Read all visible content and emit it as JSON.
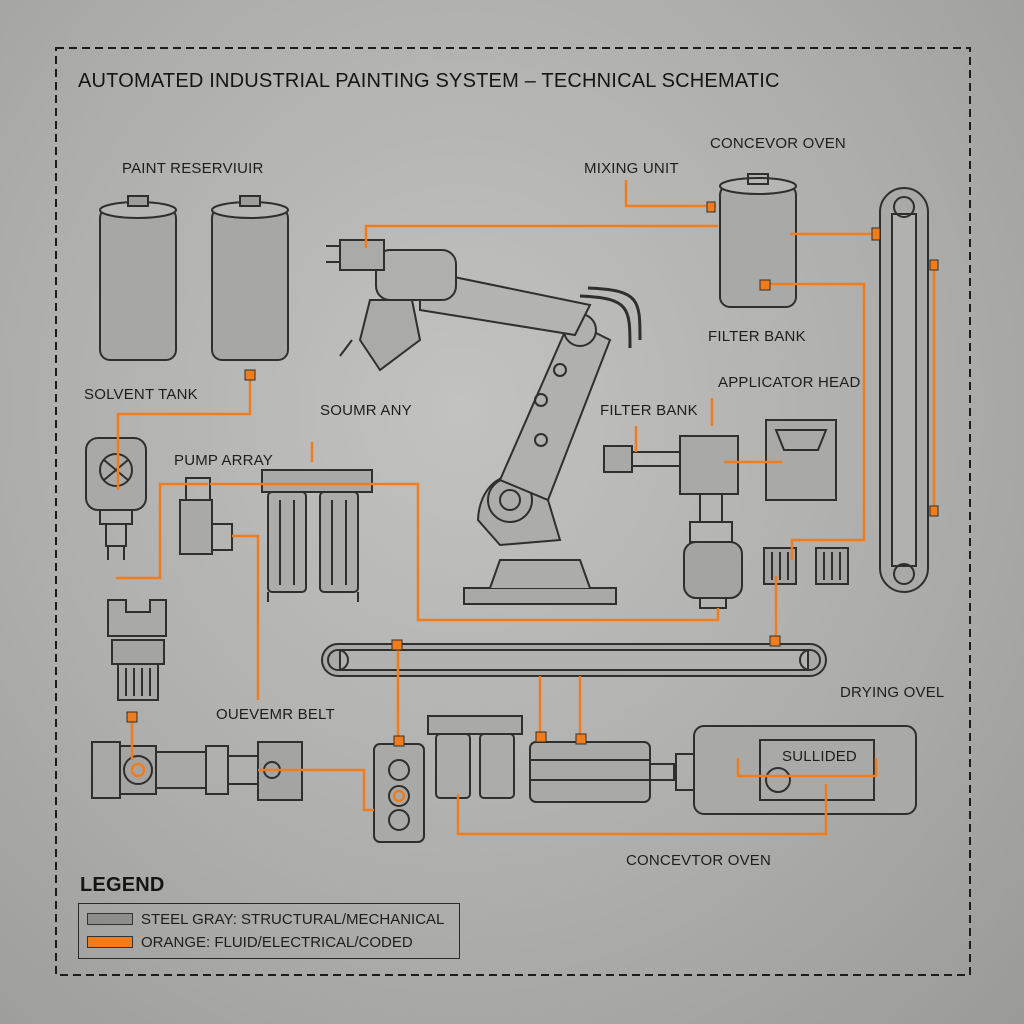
{
  "title": "AUTOMATED INDUSTRIAL PAINTING SYSTEM – TECHNICAL SCHEMATIC",
  "labels": {
    "conveyor_oven_top": "CONCEVOR OVEN",
    "paint_reservoir": "PAINT RESERVIUIR",
    "mixing_unit": "MIXING UNIT",
    "filter_bank_right": "FILTER BANK",
    "solvent_tank": "SOLVENT TANK",
    "solmr_any": "SOUMR ANY",
    "applicator_head": "APPLICATOR HEAD",
    "filter_bank_mid": "FILTER BANK",
    "pump_array": "PUMP ARRAY",
    "drying_ovel": "DRYING OVEL",
    "ouevemr_belt": "OUEVEMR BELT",
    "sullided": "SULLIDED",
    "conveyor_oven_bottom": "CONCEVTOR OVEN"
  },
  "legend": {
    "title": "LEGEND",
    "items": [
      {
        "label": "STEEL GRAY: STRUCTURAL/MECHANICAL",
        "color": "#8d8d8b"
      },
      {
        "label": "ORANGE: FLUID/ELECTRICAL/CODED",
        "color": "#f07c1c"
      }
    ]
  },
  "colors": {
    "structure": "#2f2f2f",
    "fluid": "#f07c1c",
    "background": "#b4b4b2"
  }
}
